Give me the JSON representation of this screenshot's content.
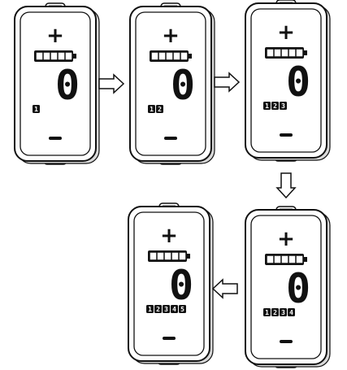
{
  "colors": {
    "stroke": "#111111",
    "display_bg": "#ffffff",
    "arrow_fill": "#ffffff"
  },
  "icons": {
    "plus": "plus-icon",
    "minus": "minus-icon",
    "battery": "battery-icon",
    "arrow": "arrow-icon"
  },
  "displays": [
    {
      "plus_label": "+",
      "speed_value": "0",
      "minus_label": "–",
      "battery_level": 1.0,
      "assist_levels": [
        "1"
      ]
    },
    {
      "plus_label": "+",
      "speed_value": "0",
      "minus_label": "–",
      "battery_level": 1.0,
      "assist_levels": [
        "1",
        "2"
      ]
    },
    {
      "plus_label": "+",
      "speed_value": "0",
      "minus_label": "–",
      "battery_level": 1.0,
      "assist_levels": [
        "1",
        "2",
        "3"
      ]
    },
    {
      "plus_label": "+",
      "speed_value": "0",
      "minus_label": "–",
      "battery_level": 1.0,
      "assist_levels": [
        "1",
        "2",
        "3",
        "4"
      ]
    },
    {
      "plus_label": "+",
      "speed_value": "0",
      "minus_label": "–",
      "battery_level": 1.0,
      "assist_levels": [
        "1",
        "2",
        "3",
        "4",
        "5"
      ]
    }
  ],
  "flow": [
    {
      "from": 0,
      "to": 1,
      "direction": "right"
    },
    {
      "from": 1,
      "to": 2,
      "direction": "right"
    },
    {
      "from": 2,
      "to": 3,
      "direction": "down"
    },
    {
      "from": 3,
      "to": 4,
      "direction": "left"
    }
  ]
}
